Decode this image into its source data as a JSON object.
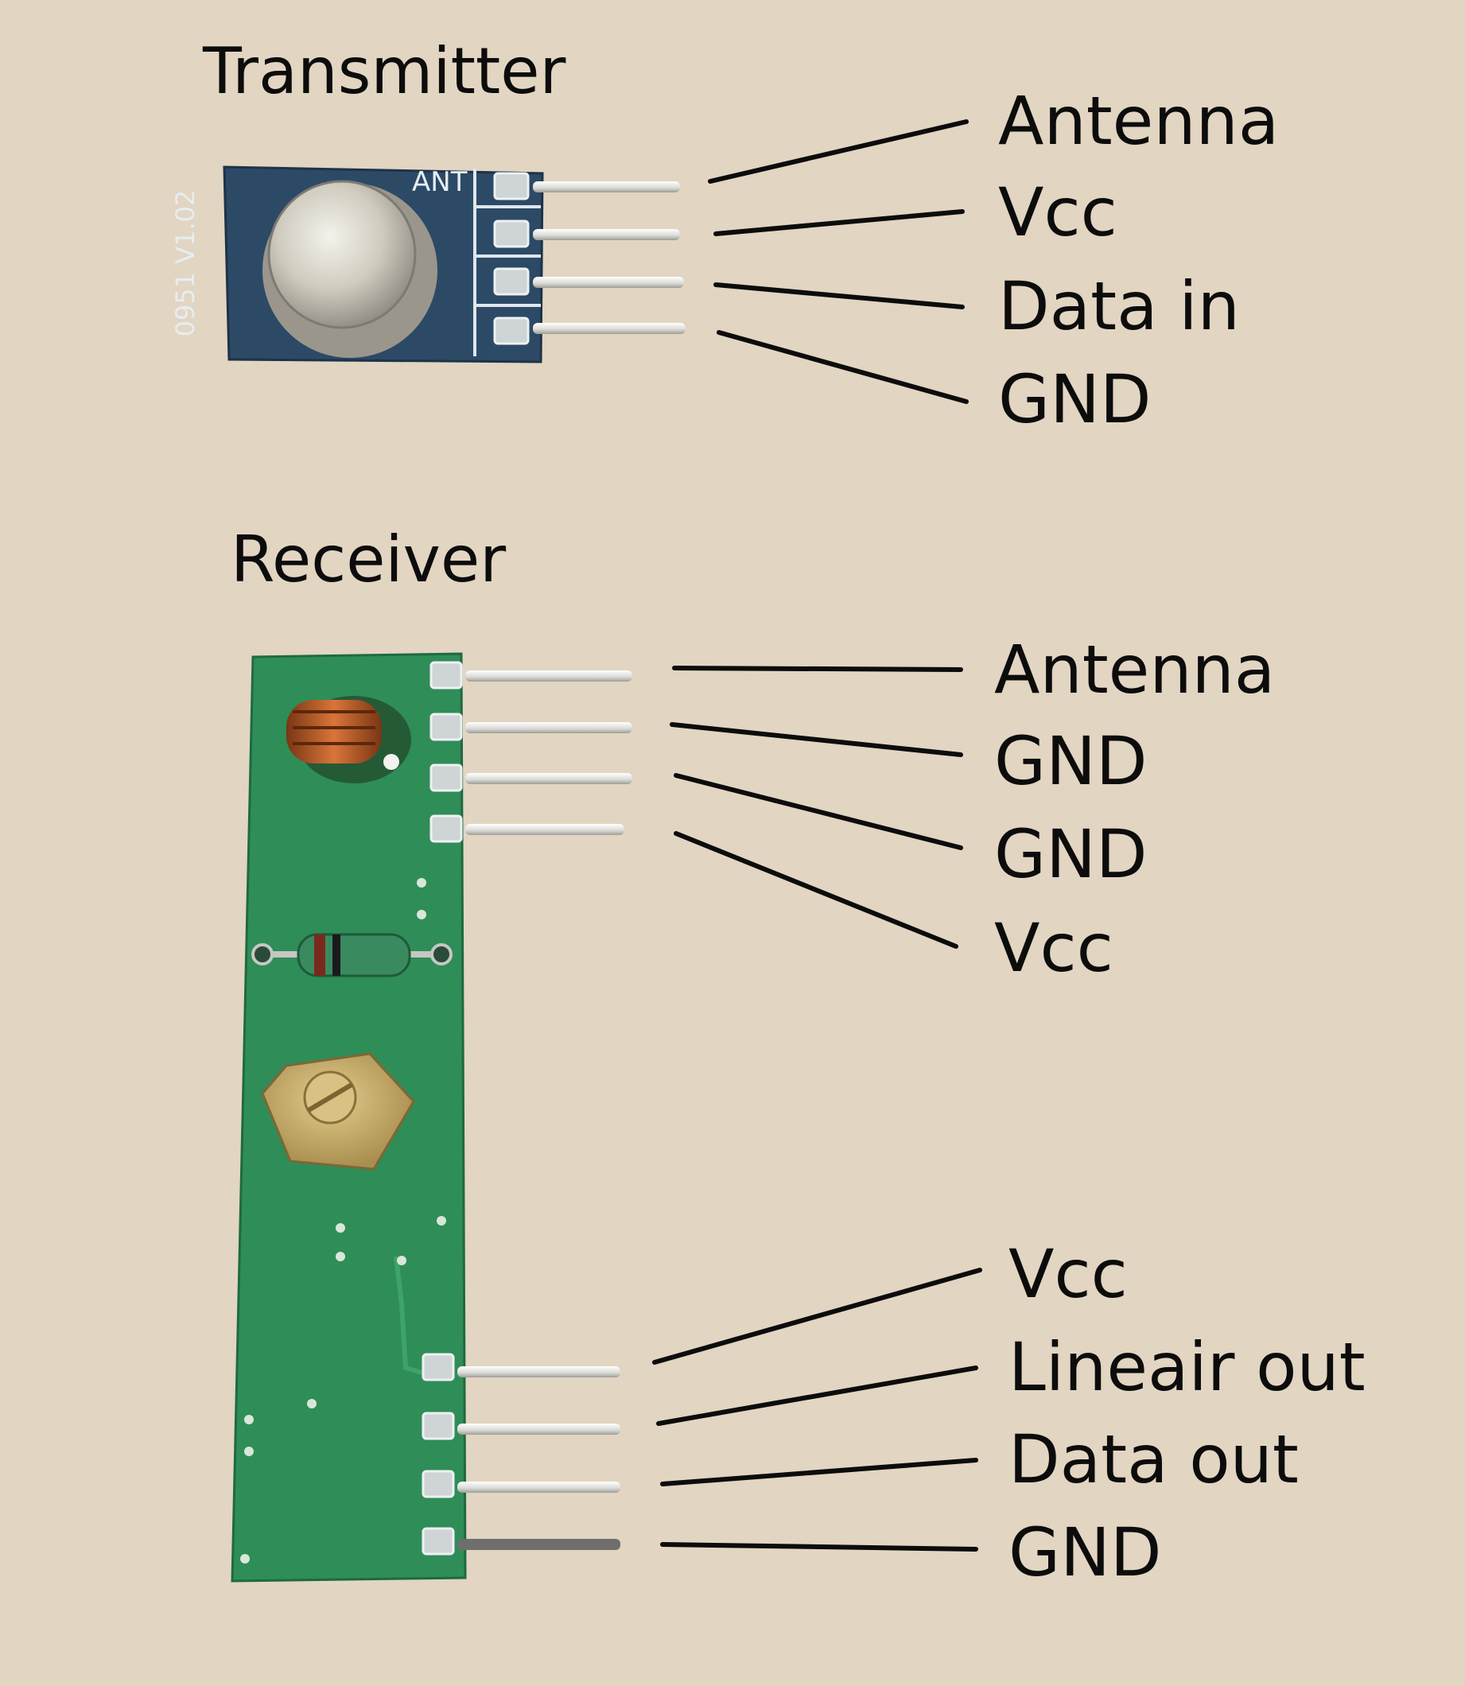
{
  "transmitter": {
    "title": "Transmitter",
    "board": {
      "color": "#2c4a66",
      "silkscreen_version": "0951 V1.02",
      "silkscreen_pin": "ANT"
    },
    "pins": [
      "Antenna",
      "Vcc",
      "Data in",
      "GND"
    ]
  },
  "receiver": {
    "title": "Receiver",
    "board": {
      "color": "#2f8d58"
    },
    "top_pins": [
      "Antenna",
      "GND",
      "GND",
      "Vcc"
    ],
    "bottom_pins": [
      "Vcc",
      "Lineair out",
      "Data out",
      "GND"
    ]
  },
  "colors": {
    "background": "#e2d5c2",
    "text": "#0c0c0c",
    "copper_coil": "#c0622a",
    "pin_metal": "#d7d7d2"
  }
}
